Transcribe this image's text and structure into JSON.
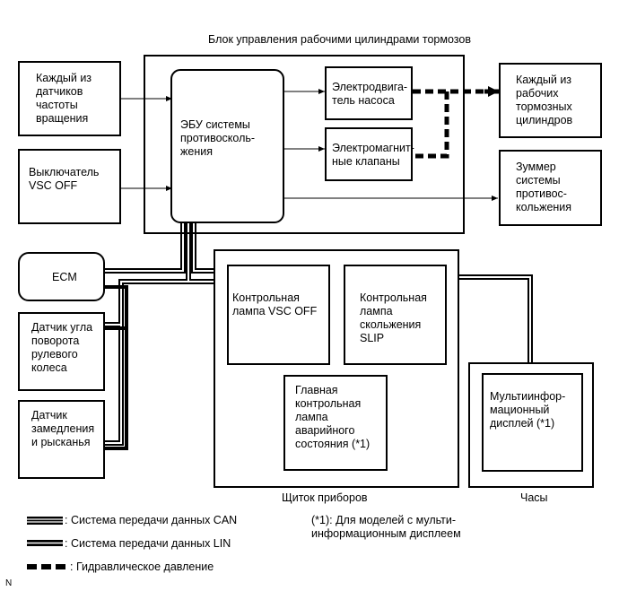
{
  "title": "Блок управления рабочими цилиндрами тормозов",
  "boxes": {
    "speed_sensors": "Каждый из\nдатчиков\nчастоты\nвращения",
    "vsc_off_switch": "Выключатель\nVSC OFF",
    "skid_ecu": "ЭБУ системы\nпротивосколь-\nжения",
    "pump_motor": "Электродвига-\nтель насоса",
    "solenoid_valves": "Электромагнит-\nные клапаны",
    "wheel_cylinders": "Каждый из\nрабочих\nтормозных\nцилиндров",
    "skid_buzzer": "Зуммер\nсистемы\nпротивос-\nкольжения",
    "ecm": "ECM",
    "steering_sensor": "Датчик угла\nповорота\nрулевого\nколеса",
    "yaw_sensor": "Датчик\nзамедления\nи рысканья",
    "vsc_off_lamp": "Контрольная\nлампа VSC OFF",
    "slip_lamp": "Контрольная\nлампа\nскольжения\nSLIP",
    "master_warning_lamp": "Главная\nконтрольная\nлампа\nаварийного\nсостояния (*1)",
    "multi_display": "Мультиинфор-\nмационный\nдисплей (*1)"
  },
  "captions": {
    "combination_meter": "Щиток приборов",
    "clock": "Часы"
  },
  "legend": {
    "can": ": Система передачи данных CAN",
    "lin": ": Система передачи данных LIN",
    "hydraulic": ": Гидравлическое давление",
    "note": "(*1): Для моделей с мульти-\nинформационным дисплеем"
  },
  "corner_code": "N"
}
